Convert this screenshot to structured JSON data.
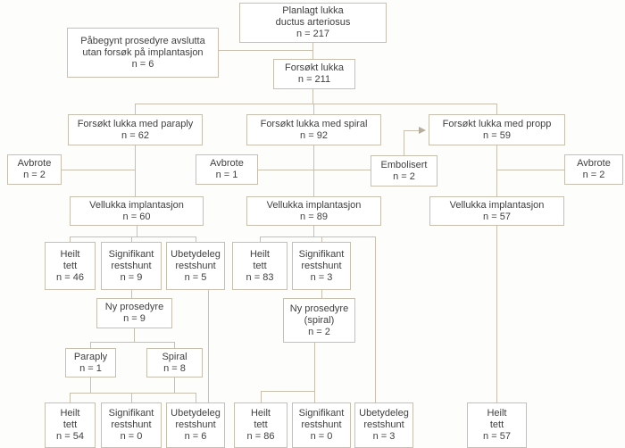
{
  "diagram": {
    "language": "Norwegian (nynorsk)",
    "type": "flowchart",
    "colors": {
      "line": "#c8bfae",
      "text": "#3f3f3f",
      "box_background": "#ffffff",
      "page_background": "#fdfdfb"
    },
    "nodes": {
      "planned": {
        "label": "Planlagt lukka\nductus arteriosus",
        "n": "n = 217"
      },
      "started_no_implant": {
        "label": "Påbegynt prosedyre avslutta\nutan forsøk på implantasjon",
        "n": "n = 6"
      },
      "attempted": {
        "label": "Forsøkt lukka",
        "n": "n = 211"
      },
      "umbrella_branch": {
        "label": "Forsøkt lukka med paraply",
        "n": "n = 62"
      },
      "coil_branch": {
        "label": "Forsøkt lukka med spiral",
        "n": "n = 92"
      },
      "plug_branch": {
        "label": "Forsøkt lukka med propp",
        "n": "n = 59"
      },
      "aborted_umbrella": {
        "label": "Avbrote",
        "n": "n = 2"
      },
      "aborted_coil": {
        "label": "Avbrote",
        "n": "n = 1"
      },
      "embolized": {
        "label": "Embolisert",
        "n": "n = 2"
      },
      "aborted_plug": {
        "label": "Avbrote",
        "n": "n = 2"
      },
      "success_umbrella": {
        "label": "Vellukka implantasjon",
        "n": "n = 60"
      },
      "success_coil": {
        "label": "Vellukka implantasjon",
        "n": "n = 89"
      },
      "success_plug": {
        "label": "Vellukka implantasjon",
        "n": "n = 57"
      },
      "umbrella_tight": {
        "label": "Heilt\ntett",
        "n": "n = 46"
      },
      "umbrella_significant": {
        "label": "Signifikant\nrestshunt",
        "n": "n = 9"
      },
      "umbrella_trivial": {
        "label": "Ubetydeleg\nrestshunt",
        "n": "n = 5"
      },
      "coil_tight": {
        "label": "Heilt\ntett",
        "n": "n = 83"
      },
      "coil_significant": {
        "label": "Signifikant\nrestshunt",
        "n": "n = 3"
      },
      "redo_umbrella": {
        "label": "Ny prosedyre",
        "n": "n = 9"
      },
      "redo_coil": {
        "label": "Ny prosedyre\n(spiral)",
        "n": "n = 2"
      },
      "redo_with_umbrella": {
        "label": "Paraply",
        "n": "n = 1"
      },
      "redo_with_coil": {
        "label": "Spiral",
        "n": "n = 8"
      },
      "umbrella_final_tight": {
        "label": "Heilt\ntett",
        "n": "n = 54"
      },
      "umbrella_final_significant": {
        "label": "Signifikant\nrestshunt",
        "n": "n = 0"
      },
      "umbrella_final_trivial": {
        "label": "Ubetydeleg\nrestshunt",
        "n": "n = 6"
      },
      "coil_final_tight": {
        "label": "Heilt\ntett",
        "n": "n = 86"
      },
      "coil_final_significant": {
        "label": "Signifikant\nrestshunt",
        "n": "n = 0"
      },
      "coil_final_trivial": {
        "label": "Ubetydeleg\nrestshunt",
        "n": "n = 3"
      },
      "plug_final_tight": {
        "label": "Heilt\ntett",
        "n": "n = 57"
      }
    }
  }
}
